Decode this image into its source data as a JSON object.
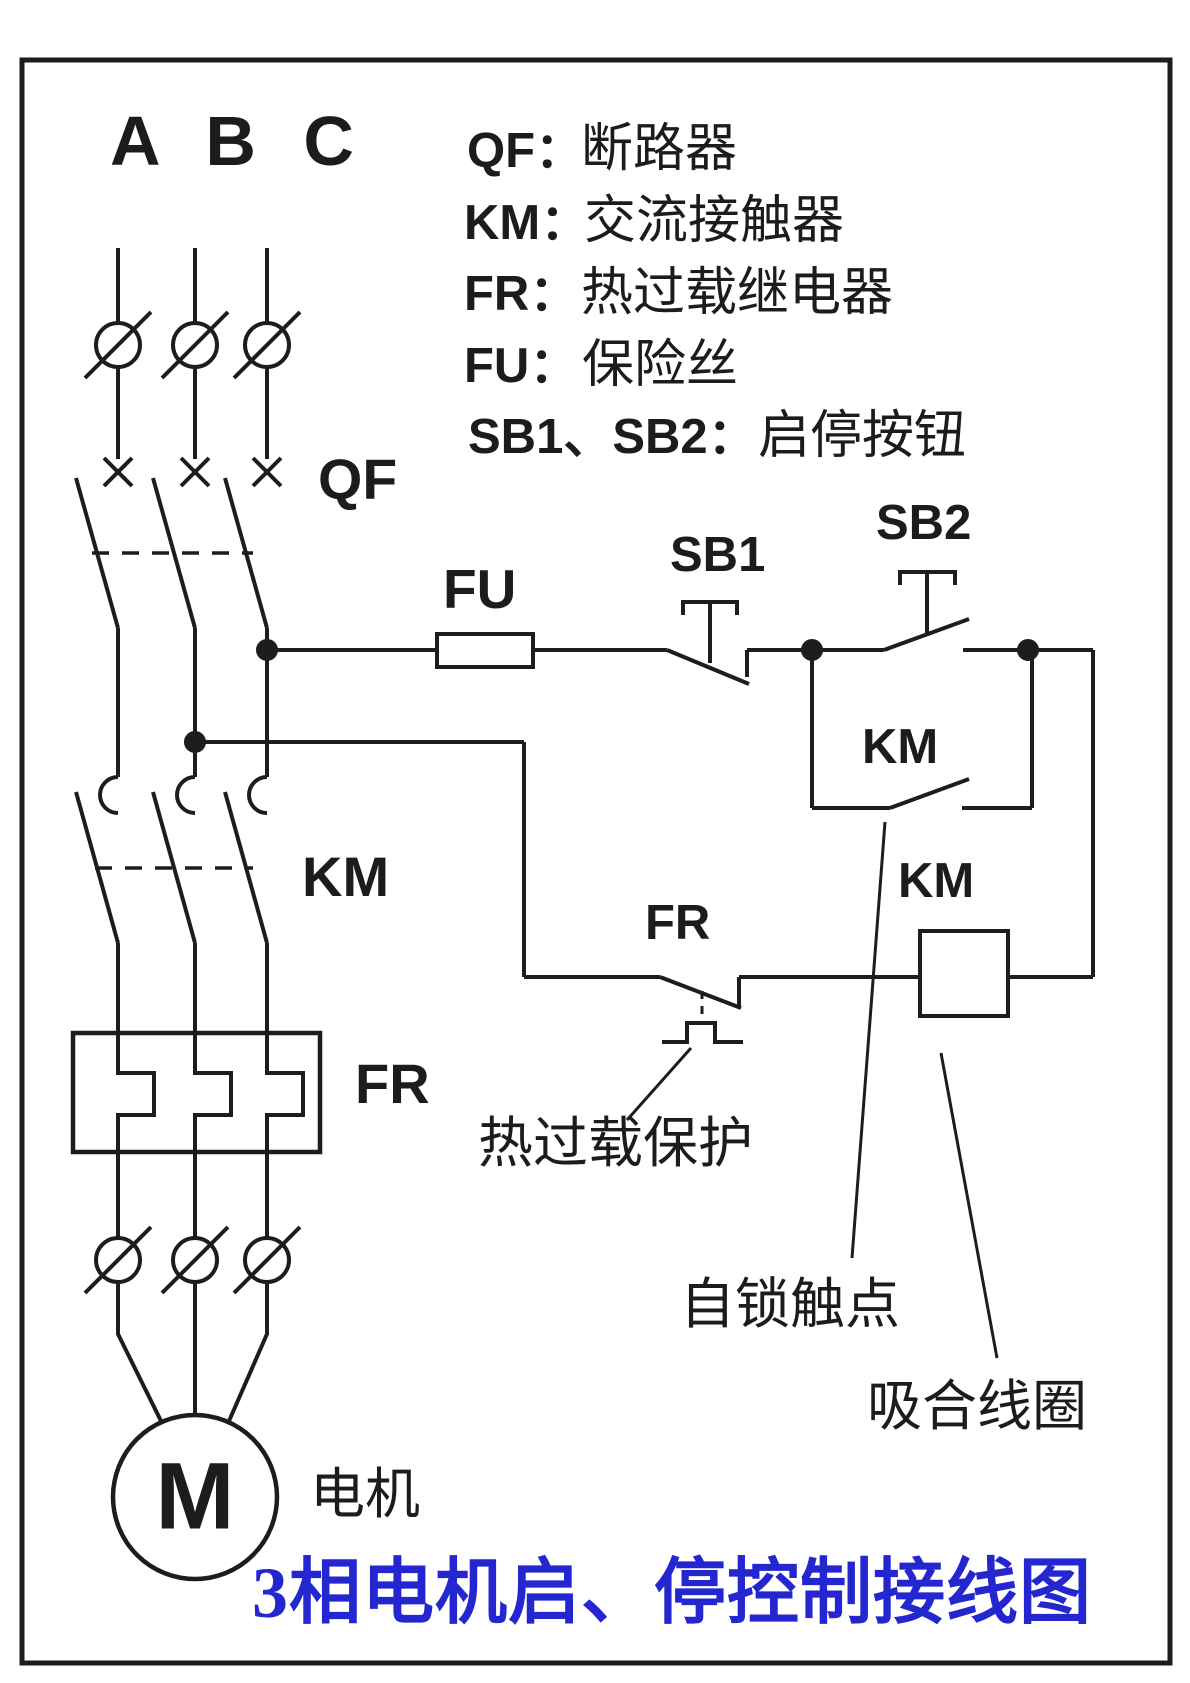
{
  "frame": {
    "border_color": "#1c1c1c",
    "background": "#ffffff",
    "line_color": "#1d1d1d"
  },
  "phases": {
    "label": "A B C"
  },
  "legend": {
    "items": [
      {
        "key": "QF：",
        "desc": "断路器"
      },
      {
        "key": "KM：",
        "desc": "交流接触器"
      },
      {
        "key": "FR：",
        "desc": "热过载继电器"
      },
      {
        "key": "FU：",
        "desc": "保险丝"
      },
      {
        "key": "SB1、SB2：",
        "desc": "启停按钮"
      }
    ]
  },
  "labels": {
    "qf": "QF",
    "fu": "FU",
    "sb1": "SB1",
    "sb2": "SB2",
    "km_main": "KM",
    "km_aux": "KM",
    "km_coil": "KM",
    "fr_box": "FR",
    "fr_contact": "FR",
    "motor_m": "M",
    "motor": "电机"
  },
  "annotations": {
    "thermal_protection": "热过载保护",
    "self_lock_contact": "自锁触点",
    "pull_in_coil": "吸合线圈"
  },
  "title": {
    "text": "3相电机启、停控制接线图",
    "color": "#2426d0"
  }
}
